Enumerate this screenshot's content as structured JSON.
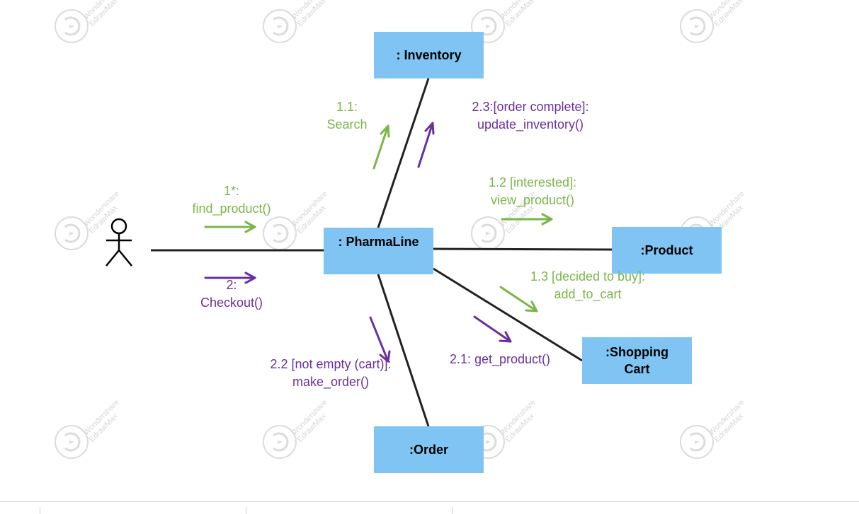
{
  "colors": {
    "node_fill": "#7fc4f2",
    "link": "#222222",
    "green": "#7ab648",
    "purple": "#6b2fa0",
    "watermark": "#d8d8d8"
  },
  "watermark": {
    "text_line1": "Wondershare",
    "text_line2": "EdrawMax"
  },
  "actor": {
    "icon": "stick-figure-icon"
  },
  "nodes": {
    "inventory": ": Inventory",
    "pharmaline": ": PharmaLine",
    "product": ":Product",
    "shopping_cart_line1": ":Shopping",
    "shopping_cart_line2": "Cart",
    "order": ":Order"
  },
  "messages": {
    "m1_num": "1*:",
    "m1_name": "find_product()",
    "m2_num": "2:",
    "m2_name": "Checkout()",
    "m11_num": "1.1:",
    "m11_name": "Search",
    "m23_num": "2.3:[order complete]:",
    "m23_name": "update_inventory()",
    "m12_num": "1.2 [interested]:",
    "m12_name": "view_product()",
    "m13_num": "1.3 [decided to buy]:",
    "m13_name": "add_to_cart",
    "m21": "2.1: get_product()",
    "m22_num": "2.2 [not empty (cart)]:",
    "m22_name": "make_order()"
  }
}
